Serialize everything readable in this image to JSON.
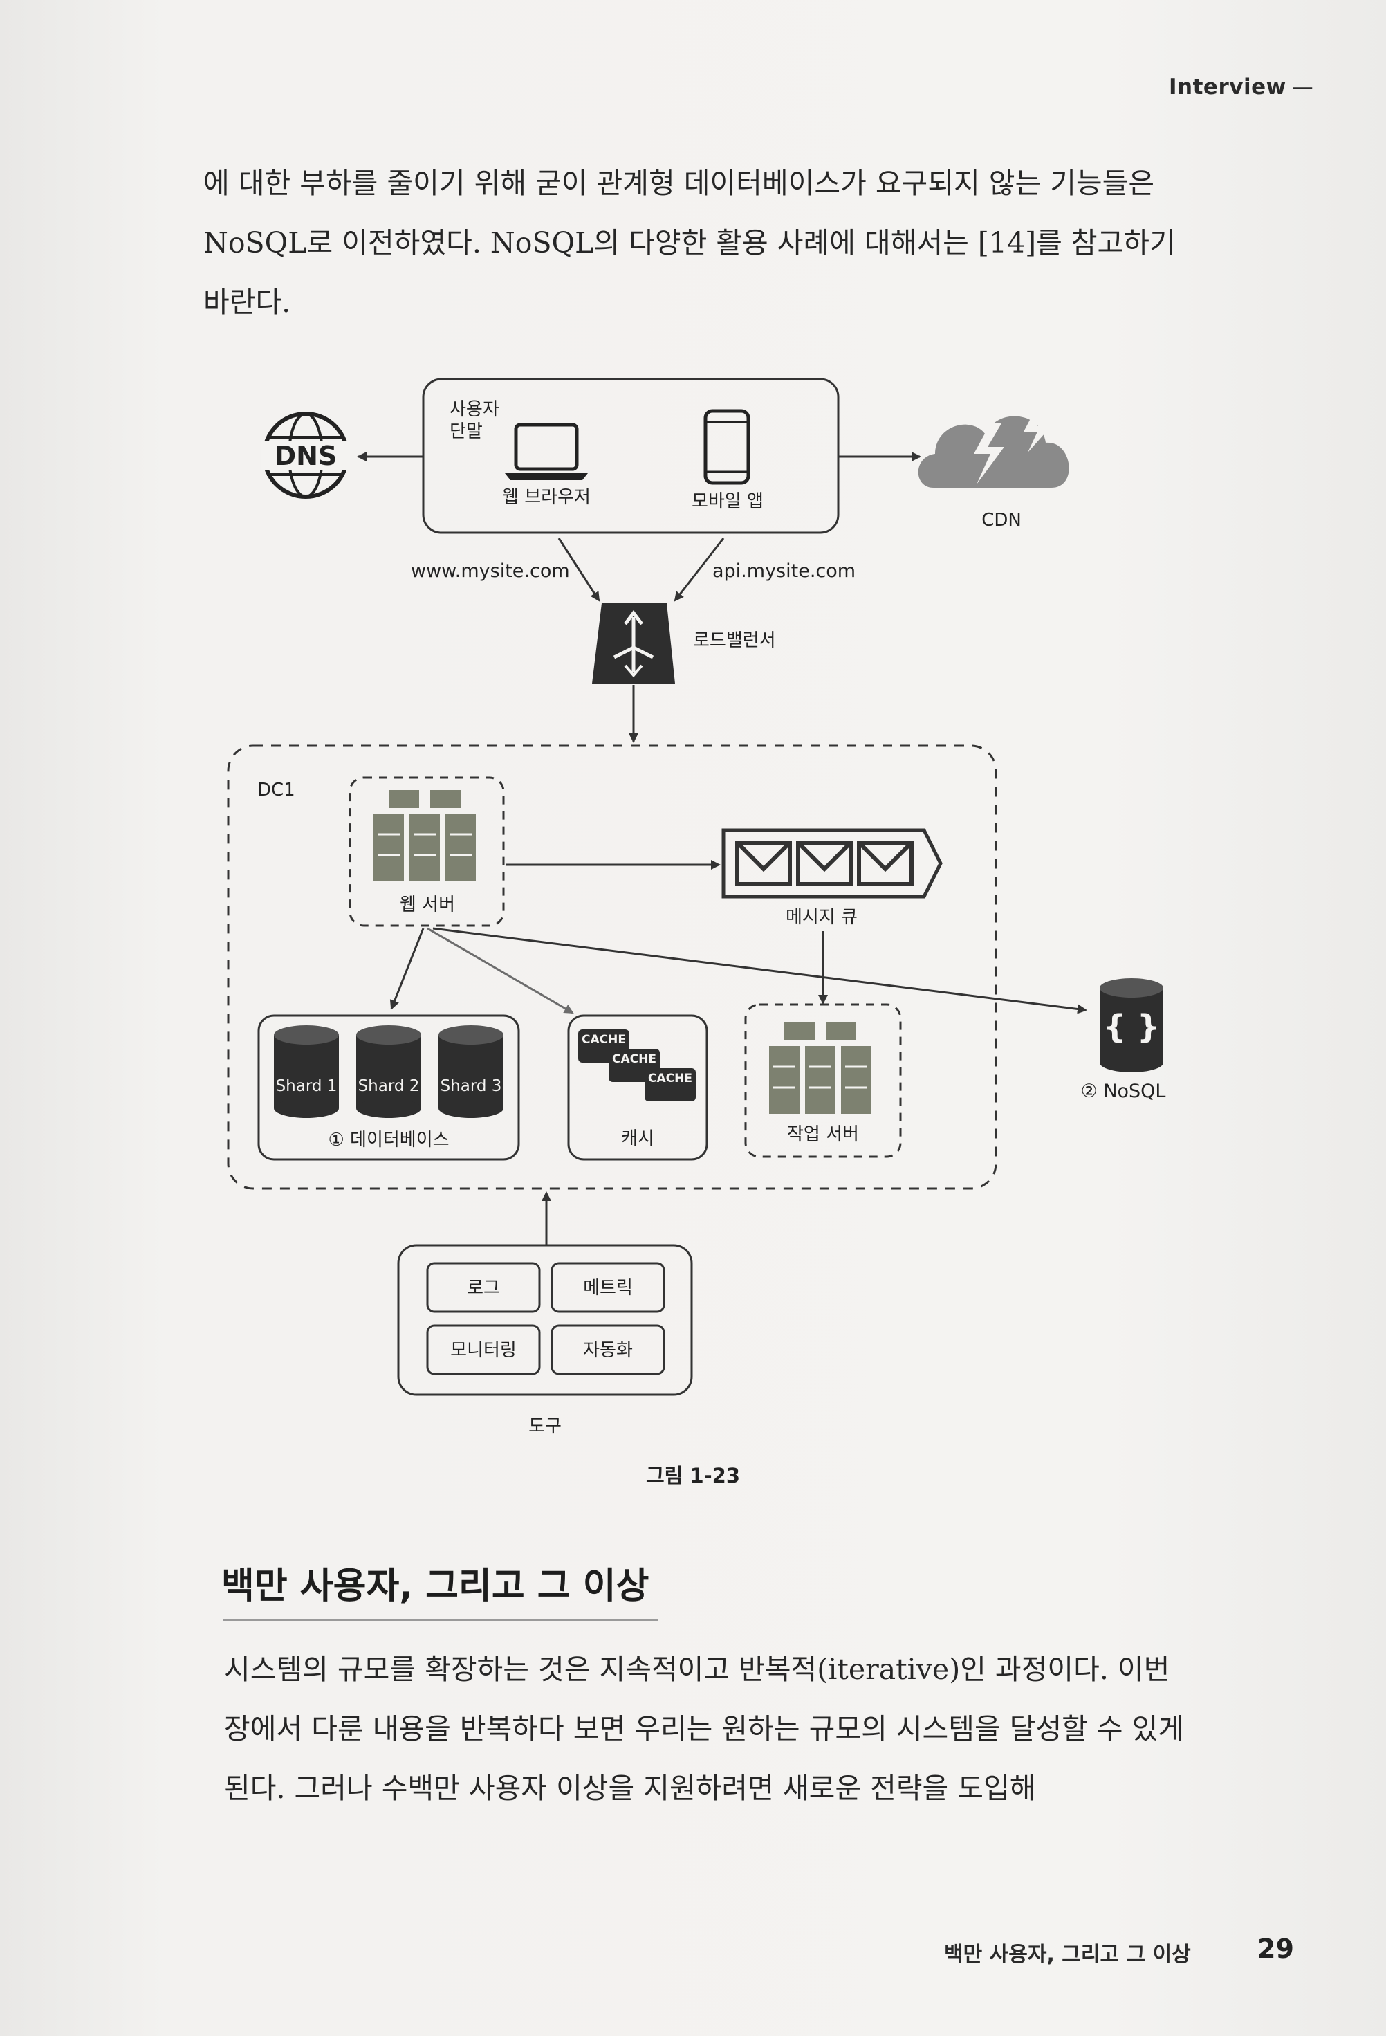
{
  "header": {
    "section": "Interview",
    "dash": "—"
  },
  "intro_paragraph": "에 대한 부하를 줄이기 위해 굳이 관계형 데이터베이스가 요구되지 않는 기능들은 NoSQL로 이전하였다. NoSQL의 다양한 활용 사례에 대해서는 [14]를 참고하기 바란다.",
  "diagram": {
    "user_device_title_line1": "사용자",
    "user_device_title_line2": "단말",
    "web_browser": "웹 브라우저",
    "mobile_app": "모바일 앱",
    "dns": "DNS",
    "cdn": "CDN",
    "web_domain": "www.mysite.com",
    "api_domain": "api.mysite.com",
    "load_balancer": "로드밸런서",
    "dc": "DC1",
    "web_server": "웹 서버",
    "message_queue": "메시지 큐",
    "shards": [
      "Shard 1",
      "Shard 2",
      "Shard 3"
    ],
    "database": "① 데이터베이스",
    "cache_labels": [
      "CACHE",
      "CACHE",
      "CACHE"
    ],
    "cache": "캐시",
    "worker_server": "작업 서버",
    "nosql": "② NoSQL",
    "tools_items": [
      "로그",
      "메트릭",
      "모니터링",
      "자동화"
    ],
    "tools": "도구"
  },
  "figure_caption": "그림 1-23",
  "section_title": "백만 사용자, 그리고 그 이상",
  "body_paragraph": "시스템의 규모를 확장하는 것은 지속적이고 반복적(iterative)인 과정이다. 이번 장에서 다룬 내용을 반복하다 보면 우리는 원하는 규모의 시스템을 달성할 수 있게 된다. 그러나 수백만 사용자 이상을 지원하려면 새로운 전략을 도입해",
  "footer": {
    "title": "백만 사용자, 그리고 그 이상",
    "page": "29"
  },
  "colors": {
    "server_green": "#7d8170",
    "dark_box": "#2e2e2e",
    "dashed_border": "#333333"
  }
}
